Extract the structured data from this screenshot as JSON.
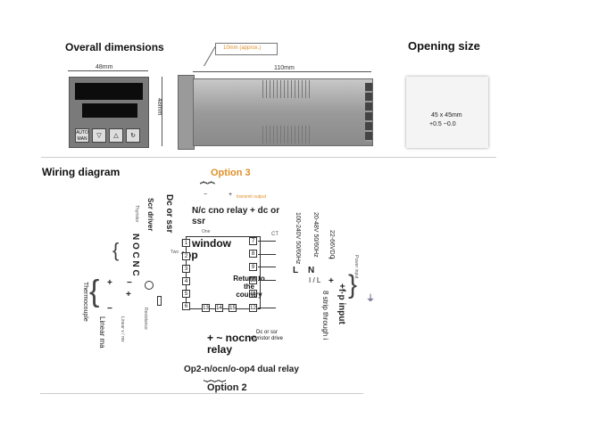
{
  "dimensions": {
    "title": "Overall dimensions",
    "front_width": "48mm",
    "front_height": "48mm",
    "side_length": "110mm",
    "flange_note": "10mm (approx.)",
    "btn_auto_top": "AUTO",
    "btn_auto_bottom": "MAN"
  },
  "opening": {
    "title": "Opening size",
    "size": "45 x 45mm",
    "tolerance": "+0.5 ~0.0"
  },
  "wiring": {
    "title": "Wiring diagram",
    "option3": "Option 3",
    "option3_small": "transmit output",
    "nc_label": "N/c cno relay + dc or ssr",
    "d_window": "D window top",
    "return_label": "Return to the country",
    "one": "One",
    "two": "Two",
    "ct": "CT",
    "ac_range": "100-240V 50/60Hz",
    "ac_range2": "20-48V 50/60Hz",
    "dc_range": "22-66VDC",
    "power_input": "Power input",
    "l_label": "L",
    "n_label": "N",
    "bar_label": "I / L",
    "strip": "8 strip through i",
    "fp_input": "+f·p input",
    "dc_or_ssr": "Dc or ssr",
    "scr_driver": "Scr driver",
    "relay_nc": "N O C N C",
    "linear_ma": "Linear ma",
    "linear_v": "Linear v / mv",
    "resistance": "Resistance",
    "thermocouple": "Thermocouple",
    "nocnc_relay": "+ ~ nocnc relay",
    "dc_ssr_small": "Dc or ssr thyristor drive",
    "op_label": "Op2-n/ocn/o-op4 dual relay",
    "option2": "Option 2",
    "terminals": [
      "1",
      "2",
      "3",
      "4",
      "5",
      "6",
      "7",
      "8",
      "9",
      "10",
      "11",
      "12",
      "13",
      "14",
      "15"
    ]
  },
  "colors": {
    "accent": "#e0902a",
    "device": "#7a7a7a"
  }
}
